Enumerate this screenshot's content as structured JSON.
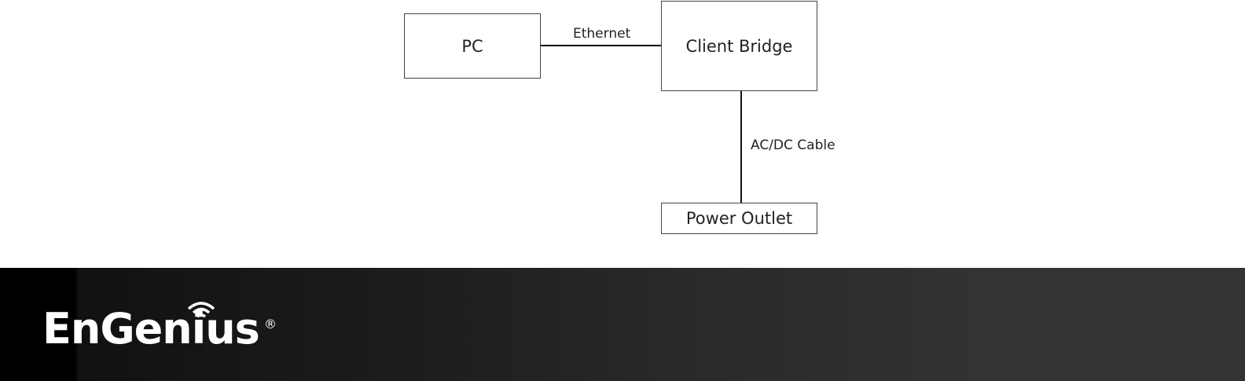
{
  "diagram": {
    "nodes": {
      "pc": "PC",
      "client_bridge": "Client Bridge",
      "power_outlet": "Power Outlet"
    },
    "edges": {
      "ethernet": "Ethernet",
      "power": "AC/DC Cable"
    }
  },
  "footer": {
    "brand": "EnGenius",
    "trademark": "®",
    "logo_icon": "wifi-signal-icon"
  }
}
